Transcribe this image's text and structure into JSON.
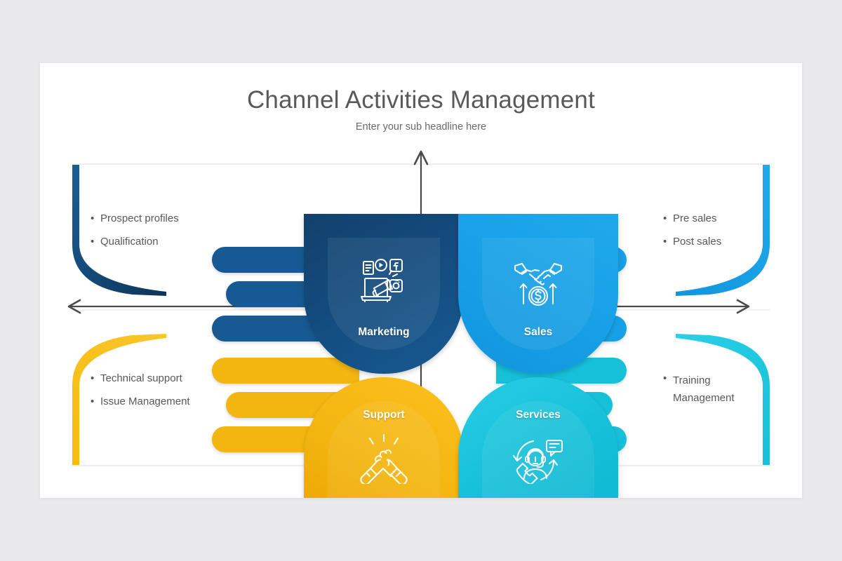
{
  "slide": {
    "title": "Channel Activities Management",
    "subtitle": "Enter your sub headline here",
    "background_color": "#ffffff",
    "canvas_color": "#e9e9eb"
  },
  "axes": {
    "color": "#4a4a4c",
    "vertical_arrow": "up",
    "horizontal_arrows": "both"
  },
  "quadrants": [
    {
      "key": "marketing",
      "label": "Marketing",
      "color": "#134b7d",
      "icon": "megaphone-social-media-icon",
      "position": "top-left",
      "bracket_color": "#134b7d",
      "bullets": [
        "Prospect profiles",
        "Qualification"
      ]
    },
    {
      "key": "sales",
      "label": "Sales",
      "color": "#17a0e6",
      "icon": "handshake-money-icon",
      "position": "top-right",
      "bracket_color": "#17a0e6",
      "bullets": [
        "Pre sales",
        "Post sales"
      ]
    },
    {
      "key": "support",
      "label": "Support",
      "color": "#f3b510",
      "icon": "clasped-hands-icon",
      "position": "bottom-left",
      "bracket_color": "#f9bb12",
      "bullets": [
        "Technical support",
        "Issue Management"
      ]
    },
    {
      "key": "services",
      "label": "Services",
      "color": "#17c0d9",
      "icon": "support-agent-headset-icon",
      "position": "bottom-right",
      "bracket_color": "#17c0d9",
      "bullets": [
        "Training\nManagement"
      ]
    }
  ],
  "bullet_marker": "•"
}
